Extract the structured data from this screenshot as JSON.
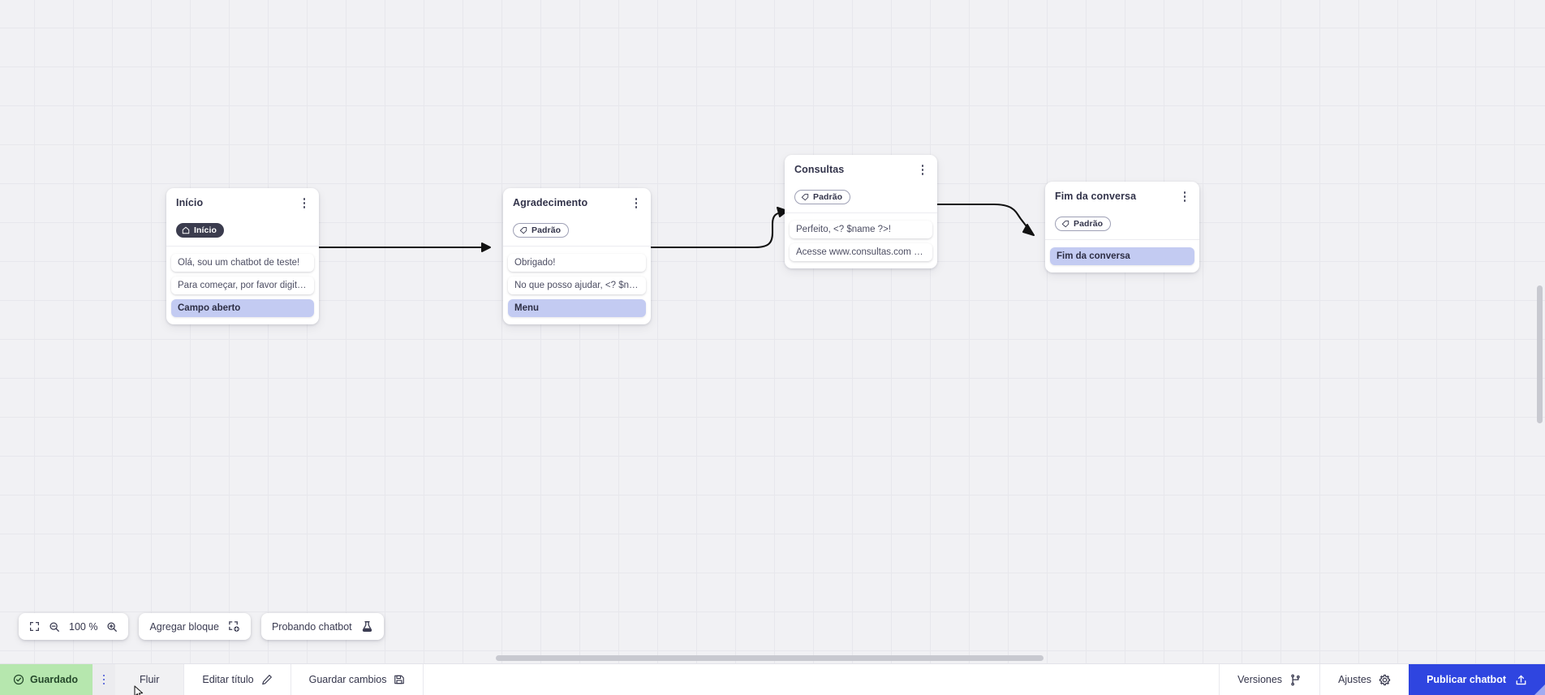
{
  "canvas": {
    "zoom": {
      "value": "100 %",
      "fit_icon": "fit-screen-icon",
      "zoom_out_icon": "zoom-out-icon",
      "zoom_in_icon": "zoom-in-icon"
    },
    "add_block": {
      "label": "Agregar bloque",
      "icon": "add-block-icon"
    },
    "test_chatbot": {
      "label": "Probando chatbot",
      "icon": "flask-icon"
    }
  },
  "nodes": [
    {
      "id": "inicio",
      "title": "Início",
      "badge": {
        "label": "Início",
        "type": "start",
        "icon": "home-icon"
      },
      "rows": [
        {
          "text": "Olá, sou um chatbot de teste!",
          "accent": false
        },
        {
          "text": "Para começar, por favor digite o ...",
          "accent": false
        },
        {
          "text": "Campo aberto",
          "accent": true
        }
      ]
    },
    {
      "id": "agradecimento",
      "title": "Agradecimento",
      "badge": {
        "label": "Padrão",
        "type": "tag",
        "icon": "tag-icon"
      },
      "rows": [
        {
          "text": "Obrigado!",
          "accent": false
        },
        {
          "text": "No que posso ajudar, <? $name ...",
          "accent": false
        },
        {
          "text": "Menu",
          "accent": true
        }
      ]
    },
    {
      "id": "consultas",
      "title": "Consultas",
      "badge": {
        "label": "Padrão",
        "type": "tag",
        "icon": "tag-icon"
      },
      "rows": [
        {
          "text": "Perfeito, <? $name ?>!",
          "accent": false
        },
        {
          "text": "Acesse www.consultas.com par...",
          "accent": false
        }
      ]
    },
    {
      "id": "fim",
      "title": "Fim da conversa",
      "badge": {
        "label": "Padrão",
        "type": "tag",
        "icon": "tag-icon"
      },
      "rows": [
        {
          "text": "Fim da conversa",
          "accent": true
        }
      ]
    }
  ],
  "bottombar": {
    "saved": {
      "label": "Guardado",
      "icon": "check-circle-icon"
    },
    "menu_icon": "kebab-menu-icon",
    "flow": {
      "label": "Fluir"
    },
    "edit_title": {
      "label": "Editar título",
      "icon": "pencil-icon"
    },
    "save_changes": {
      "label": "Guardar cambios",
      "icon": "floppy-icon"
    },
    "versions": {
      "label": "Versiones",
      "icon": "branch-icon"
    },
    "settings": {
      "label": "Ajustes",
      "icon": "gear-icon"
    },
    "publish": {
      "label": "Publicar chatbot",
      "icon": "upload-icon"
    }
  },
  "colors": {
    "accent_blue": "#2f45e0",
    "lavender": "#c3cbf2",
    "saved_green": "#b6e7ae",
    "dark_badge": "#3b3c4e",
    "canvas_bg": "#f1f1f4",
    "grid_line": "#e7e7ec"
  }
}
